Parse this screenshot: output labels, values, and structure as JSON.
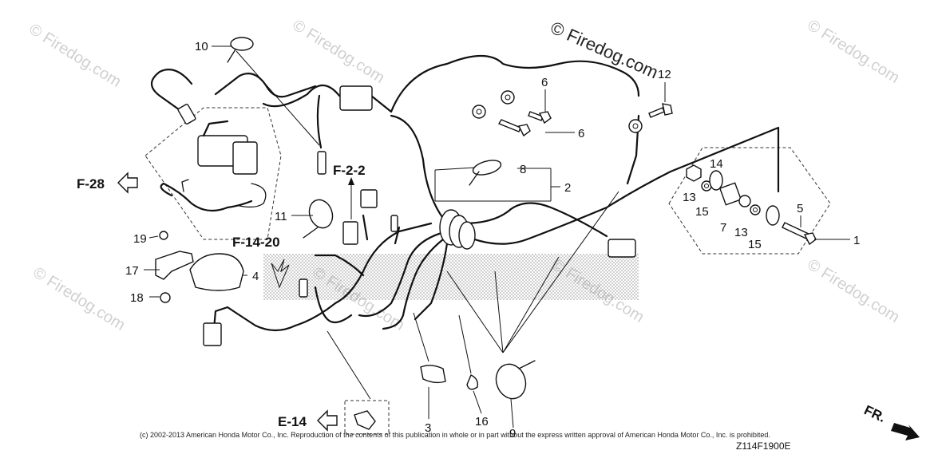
{
  "watermarks": {
    "main": "© Firedog.com",
    "faint": "© Firedog.com"
  },
  "callouts": {
    "p1": "1",
    "p2": "2",
    "p3": "3",
    "p4": "4",
    "p5": "5",
    "p6a": "6",
    "p6b": "6",
    "p7": "7",
    "p8": "8",
    "p9": "9",
    "p10": "10",
    "p11": "11",
    "p12": "12",
    "p13a": "13",
    "p13b": "13",
    "p14": "14",
    "p15a": "15",
    "p15b": "15",
    "p16": "16",
    "p17": "17",
    "p18": "18",
    "p19": "19"
  },
  "references": {
    "f28": "F-28",
    "f22": "F-2-2",
    "f1420": "F-14-20",
    "e14": "E-14",
    "fr": "FR."
  },
  "copyright": "(c) 2002-2013 American Honda Motor Co., Inc. Reproduction of the contents of this publication in whole or in part without the express written approval of American Honda Motor Co., Inc. is prohibited.",
  "diagram_code": "Z114F1900E",
  "colors": {
    "line": "#111111",
    "watermark": "#d0d0d0",
    "stipple": "#9a9a9a"
  }
}
